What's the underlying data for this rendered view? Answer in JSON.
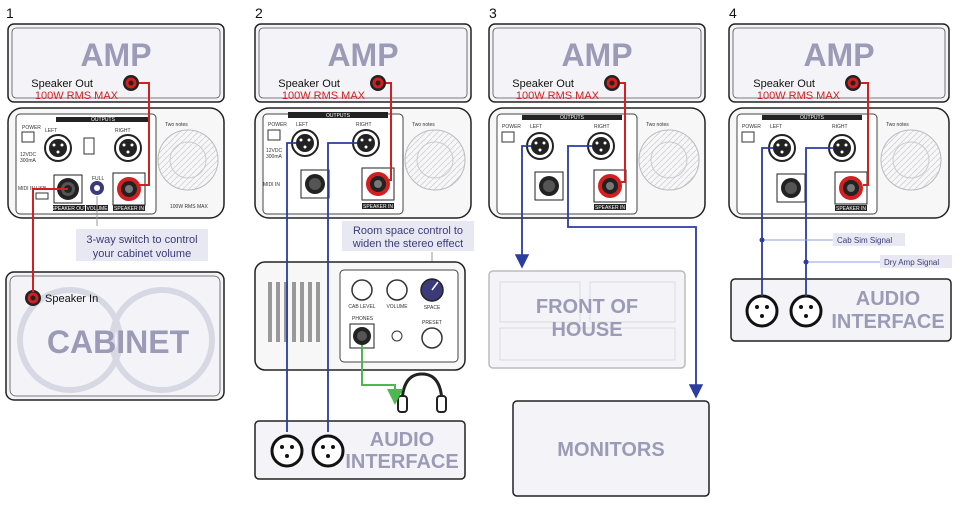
{
  "colors": {
    "signal_red": "#d21f1f",
    "signal_blue": "#2b3d9e",
    "signal_green": "#4db84d",
    "label_lavender": "#9c9ab6"
  },
  "setup1": {
    "number": "1",
    "amp_title": "AMP",
    "speaker_out": "Speaker Out",
    "rms": "100W RMS MAX",
    "outputs_label": "OUTPUTS",
    "left_label": "LEFT",
    "right_label": "RIGHT",
    "power_label": "POWER",
    "volt_label": "12VDC",
    "ma_label": "300mA",
    "midi_label": "MIDI IN",
    "usb_label": "USB",
    "speaker_out_tag": "SPEAKER OUT",
    "volume_tag": "VOLUME",
    "speaker_in_tag": "SPEAKER IN",
    "full_label": "FULL",
    "rms_small": "100W RMS MAX",
    "brand": "Two notes",
    "switch_note_1": "3-way switch to control",
    "switch_note_2": "your cabinet volume",
    "speaker_in": "Speaker In",
    "cabinet": "CABINET"
  },
  "setup2": {
    "number": "2",
    "amp_title": "AMP",
    "speaker_out": "Speaker Out",
    "rms": "100W RMS MAX",
    "outputs_label": "OUTPUTS",
    "left_label": "LEFT",
    "right_label": "RIGHT",
    "power_label": "POWER",
    "volt_label": "12VDC",
    "ma_label": "300mA",
    "midi_label": "MIDI IN",
    "speaker_in_tag": "SPEAKER IN",
    "brand": "Two notes",
    "room_note_1": "Room space control to",
    "room_note_2": "widen the stereo effect",
    "phones_label": "PHONES",
    "space_label": "SPACE",
    "cab_level": "CAB LEVEL",
    "volume_label": "VOLUME",
    "preset_label": "PRESET",
    "interface_1": "AUDIO",
    "interface_2": "INTERFACE"
  },
  "setup3": {
    "number": "3",
    "amp_title": "AMP",
    "speaker_out": "Speaker Out",
    "rms": "100W RMS MAX",
    "outputs_label": "OUTPUTS",
    "left_label": "LEFT",
    "right_label": "RIGHT",
    "power_label": "POWER",
    "speaker_in_tag": "SPEAKER IN",
    "brand": "Two notes",
    "foh_1": "FRONT OF",
    "foh_2": "HOUSE",
    "monitors": "MONITORS"
  },
  "setup4": {
    "number": "4",
    "amp_title": "AMP",
    "speaker_out": "Speaker Out",
    "rms": "100W RMS MAX",
    "outputs_label": "OUTPUTS",
    "left_label": "LEFT",
    "right_label": "RIGHT",
    "power_label": "POWER",
    "speaker_in_tag": "SPEAKER IN",
    "brand": "Two notes",
    "cab_sim": "Cab Sim Signal",
    "dry_amp": "Dry Amp Signal",
    "interface_1": "AUDIO",
    "interface_2": "INTERFACE"
  }
}
